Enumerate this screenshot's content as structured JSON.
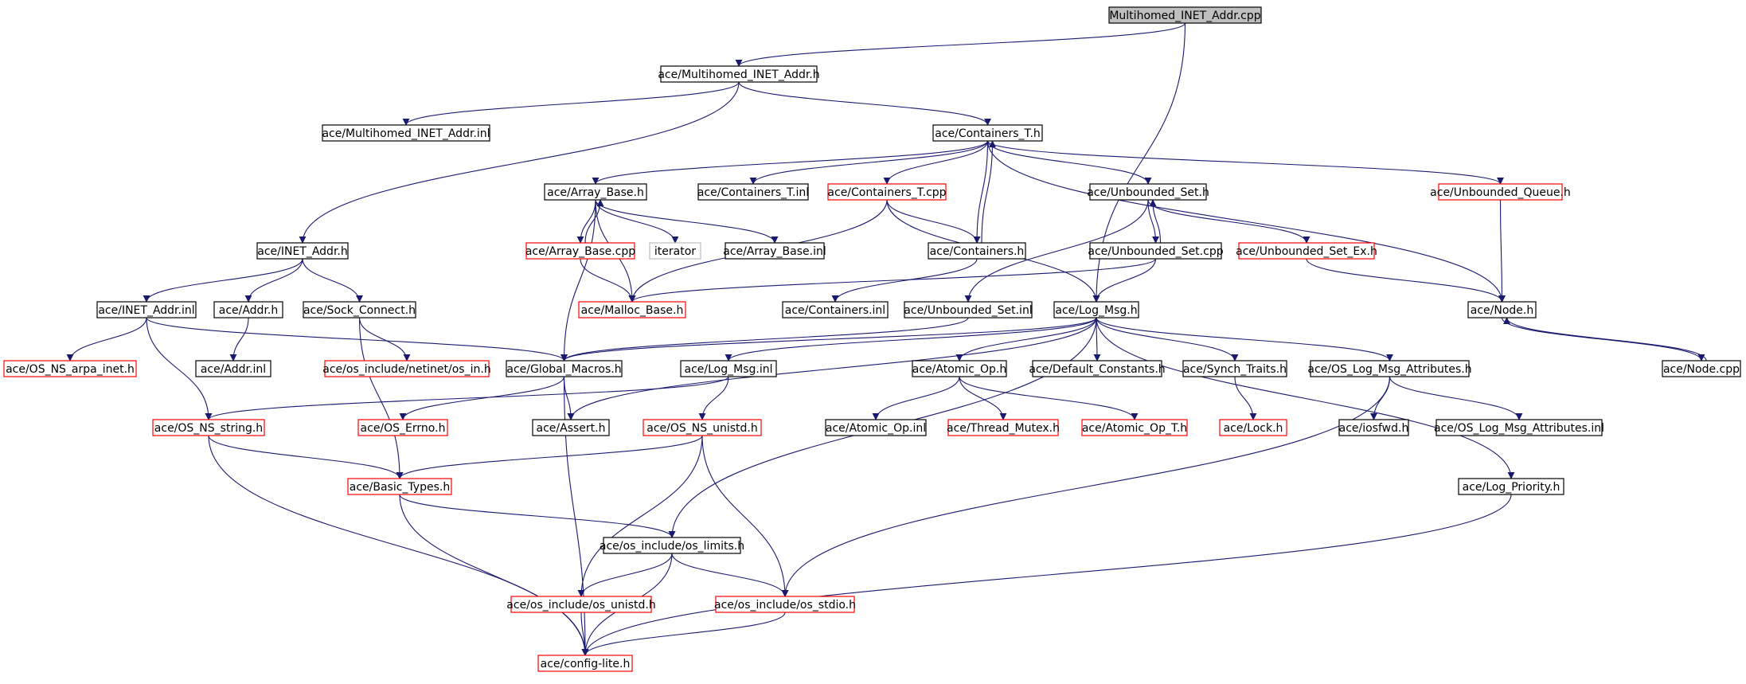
{
  "nodes": [
    {
      "id": "root",
      "label": "Multihomed_INET_Addr.cpp",
      "style": "root"
    },
    {
      "id": "mia_h",
      "label": "ace/Multihomed_INET_Addr.h",
      "style": "black"
    },
    {
      "id": "mia_inl",
      "label": "ace/Multihomed_INET_Addr.inl",
      "style": "black"
    },
    {
      "id": "ct_h",
      "label": "ace/Containers_T.h",
      "style": "black"
    },
    {
      "id": "ab_h",
      "label": "ace/Array_Base.h",
      "style": "black"
    },
    {
      "id": "ct_inl",
      "label": "ace/Containers_T.inl",
      "style": "black"
    },
    {
      "id": "ct_cpp",
      "label": "ace/Containers_T.cpp",
      "style": "red"
    },
    {
      "id": "us_h",
      "label": "ace/Unbounded_Set.h",
      "style": "black"
    },
    {
      "id": "uq_h",
      "label": "ace/Unbounded_Queue.h",
      "style": "red"
    },
    {
      "id": "inet_h",
      "label": "ace/INET_Addr.h",
      "style": "black"
    },
    {
      "id": "ab_cpp",
      "label": "ace/Array_Base.cpp",
      "style": "red"
    },
    {
      "id": "iterator",
      "label": "iterator",
      "style": "grey"
    },
    {
      "id": "ab_inl",
      "label": "ace/Array_Base.inl",
      "style": "black"
    },
    {
      "id": "cont_h",
      "label": "ace/Containers.h",
      "style": "black"
    },
    {
      "id": "us_cpp",
      "label": "ace/Unbounded_Set.cpp",
      "style": "black"
    },
    {
      "id": "usex_h",
      "label": "ace/Unbounded_Set_Ex.h",
      "style": "red"
    },
    {
      "id": "inet_inl",
      "label": "ace/INET_Addr.inl",
      "style": "black"
    },
    {
      "id": "addr_h",
      "label": "ace/Addr.h",
      "style": "black"
    },
    {
      "id": "sock_h",
      "label": "ace/Sock_Connect.h",
      "style": "black"
    },
    {
      "id": "malloc_h",
      "label": "ace/Malloc_Base.h",
      "style": "red"
    },
    {
      "id": "cont_inl",
      "label": "ace/Containers.inl",
      "style": "black"
    },
    {
      "id": "us_inl",
      "label": "ace/Unbounded_Set.inl",
      "style": "black"
    },
    {
      "id": "logmsg_h",
      "label": "ace/Log_Msg.h",
      "style": "black"
    },
    {
      "id": "node_h",
      "label": "ace/Node.h",
      "style": "black"
    },
    {
      "id": "arpa_h",
      "label": "ace/OS_NS_arpa_inet.h",
      "style": "red"
    },
    {
      "id": "addr_inl",
      "label": "ace/Addr.inl",
      "style": "black"
    },
    {
      "id": "netin_h",
      "label": "ace/os_include/netinet/os_in.h",
      "style": "red"
    },
    {
      "id": "gm_h",
      "label": "ace/Global_Macros.h",
      "style": "black"
    },
    {
      "id": "logmsg_inl",
      "label": "ace/Log_Msg.inl",
      "style": "black"
    },
    {
      "id": "atomic_h",
      "label": "ace/Atomic_Op.h",
      "style": "black"
    },
    {
      "id": "defc_h",
      "label": "ace/Default_Constants.h",
      "style": "black"
    },
    {
      "id": "synch_h",
      "label": "ace/Synch_Traits.h",
      "style": "black"
    },
    {
      "id": "oslma_h",
      "label": "ace/OS_Log_Msg_Attributes.h",
      "style": "black"
    },
    {
      "id": "node_cpp",
      "label": "ace/Node.cpp",
      "style": "black"
    },
    {
      "id": "string_h",
      "label": "ace/OS_NS_string.h",
      "style": "red"
    },
    {
      "id": "errno_h",
      "label": "ace/OS_Errno.h",
      "style": "red"
    },
    {
      "id": "assert_h",
      "label": "ace/Assert.h",
      "style": "black"
    },
    {
      "id": "unistd_h",
      "label": "ace/OS_NS_unistd.h",
      "style": "red"
    },
    {
      "id": "atomic_inl",
      "label": "ace/Atomic_Op.inl",
      "style": "black"
    },
    {
      "id": "tmutex_h",
      "label": "ace/Thread_Mutex.h",
      "style": "red"
    },
    {
      "id": "atomict_h",
      "label": "ace/Atomic_Op_T.h",
      "style": "red"
    },
    {
      "id": "lock_h",
      "label": "ace/Lock.h",
      "style": "red"
    },
    {
      "id": "iosfwd_h",
      "label": "ace/iosfwd.h",
      "style": "black"
    },
    {
      "id": "oslma_inl",
      "label": "ace/OS_Log_Msg_Attributes.inl",
      "style": "black"
    },
    {
      "id": "basic_h",
      "label": "ace/Basic_Types.h",
      "style": "red"
    },
    {
      "id": "logprio_h",
      "label": "ace/Log_Priority.h",
      "style": "black"
    },
    {
      "id": "oslimits_h",
      "label": "ace/os_include/os_limits.h",
      "style": "black"
    },
    {
      "id": "osunistd_h",
      "label": "ace/os_include/os_unistd.h",
      "style": "red"
    },
    {
      "id": "osstdio_h",
      "label": "ace/os_include/os_stdio.h",
      "style": "red"
    },
    {
      "id": "config_h",
      "label": "ace/config-lite.h",
      "style": "red"
    }
  ],
  "edges": [
    [
      "root",
      "mia_h"
    ],
    [
      "root",
      "logmsg_h"
    ],
    [
      "mia_h",
      "mia_inl"
    ],
    [
      "mia_h",
      "ct_h"
    ],
    [
      "mia_h",
      "inet_h"
    ],
    [
      "ct_h",
      "ab_h"
    ],
    [
      "ct_h",
      "ct_inl"
    ],
    [
      "ct_h",
      "ct_cpp"
    ],
    [
      "ct_h",
      "us_h"
    ],
    [
      "ct_h",
      "uq_h"
    ],
    [
      "ct_h",
      "cont_h"
    ],
    [
      "ct_h",
      "node_h"
    ],
    [
      "ab_h",
      "ab_cpp"
    ],
    [
      "ab_h",
      "iterator"
    ],
    [
      "ab_h",
      "ab_inl"
    ],
    [
      "ab_h",
      "malloc_h"
    ],
    [
      "ab_h",
      "gm_h"
    ],
    [
      "ab_cpp",
      "ab_h"
    ],
    [
      "ab_cpp",
      "malloc_h"
    ],
    [
      "ct_cpp",
      "cont_h"
    ],
    [
      "ct_cpp",
      "malloc_h"
    ],
    [
      "ct_cpp",
      "logmsg_h"
    ],
    [
      "cont_h",
      "ct_h"
    ],
    [
      "cont_h",
      "cont_inl"
    ],
    [
      "us_h",
      "us_cpp"
    ],
    [
      "us_h",
      "usex_h"
    ],
    [
      "us_h",
      "us_inl"
    ],
    [
      "us_cpp",
      "us_h"
    ],
    [
      "us_cpp",
      "malloc_h"
    ],
    [
      "us_cpp",
      "logmsg_h"
    ],
    [
      "usex_h",
      "node_h"
    ],
    [
      "uq_h",
      "node_h"
    ],
    [
      "node_h",
      "node_cpp"
    ],
    [
      "node_cpp",
      "node_h"
    ],
    [
      "inet_h",
      "inet_inl"
    ],
    [
      "inet_h",
      "addr_h"
    ],
    [
      "inet_h",
      "sock_h"
    ],
    [
      "inet_inl",
      "arpa_h"
    ],
    [
      "inet_inl",
      "string_h"
    ],
    [
      "inet_inl",
      "gm_h"
    ],
    [
      "addr_h",
      "addr_inl"
    ],
    [
      "sock_h",
      "netin_h"
    ],
    [
      "sock_h",
      "basic_h"
    ],
    [
      "us_inl",
      "gm_h"
    ],
    [
      "logmsg_h",
      "gm_h"
    ],
    [
      "logmsg_h",
      "logmsg_inl"
    ],
    [
      "logmsg_h",
      "atomic_h"
    ],
    [
      "logmsg_h",
      "defc_h"
    ],
    [
      "logmsg_h",
      "synch_h"
    ],
    [
      "logmsg_h",
      "oslma_h"
    ],
    [
      "logmsg_h",
      "logprio_h"
    ],
    [
      "logmsg_h",
      "oslimits_h"
    ],
    [
      "logmsg_h",
      "assert_h"
    ],
    [
      "gm_h",
      "assert_h"
    ],
    [
      "gm_h",
      "errno_h"
    ],
    [
      "gm_h",
      "config_h"
    ],
    [
      "logmsg_inl",
      "string_h"
    ],
    [
      "logmsg_inl",
      "unistd_h"
    ],
    [
      "atomic_h",
      "atomic_inl"
    ],
    [
      "atomic_h",
      "tmutex_h"
    ],
    [
      "atomic_h",
      "atomict_h"
    ],
    [
      "synch_h",
      "lock_h"
    ],
    [
      "oslma_h",
      "iosfwd_h"
    ],
    [
      "oslma_h",
      "oslma_inl"
    ],
    [
      "oslma_h",
      "osstdio_h"
    ],
    [
      "string_h",
      "basic_h"
    ],
    [
      "string_h",
      "config_h"
    ],
    [
      "unistd_h",
      "basic_h"
    ],
    [
      "unistd_h",
      "osunistd_h"
    ],
    [
      "unistd_h",
      "osstdio_h"
    ],
    [
      "basic_h",
      "oslimits_h"
    ],
    [
      "basic_h",
      "config_h"
    ],
    [
      "logprio_h",
      "config_h"
    ],
    [
      "oslimits_h",
      "osunistd_h"
    ],
    [
      "oslimits_h",
      "osstdio_h"
    ],
    [
      "oslimits_h",
      "config_h"
    ],
    [
      "osunistd_h",
      "config_h"
    ],
    [
      "osstdio_h",
      "config_h"
    ]
  ]
}
